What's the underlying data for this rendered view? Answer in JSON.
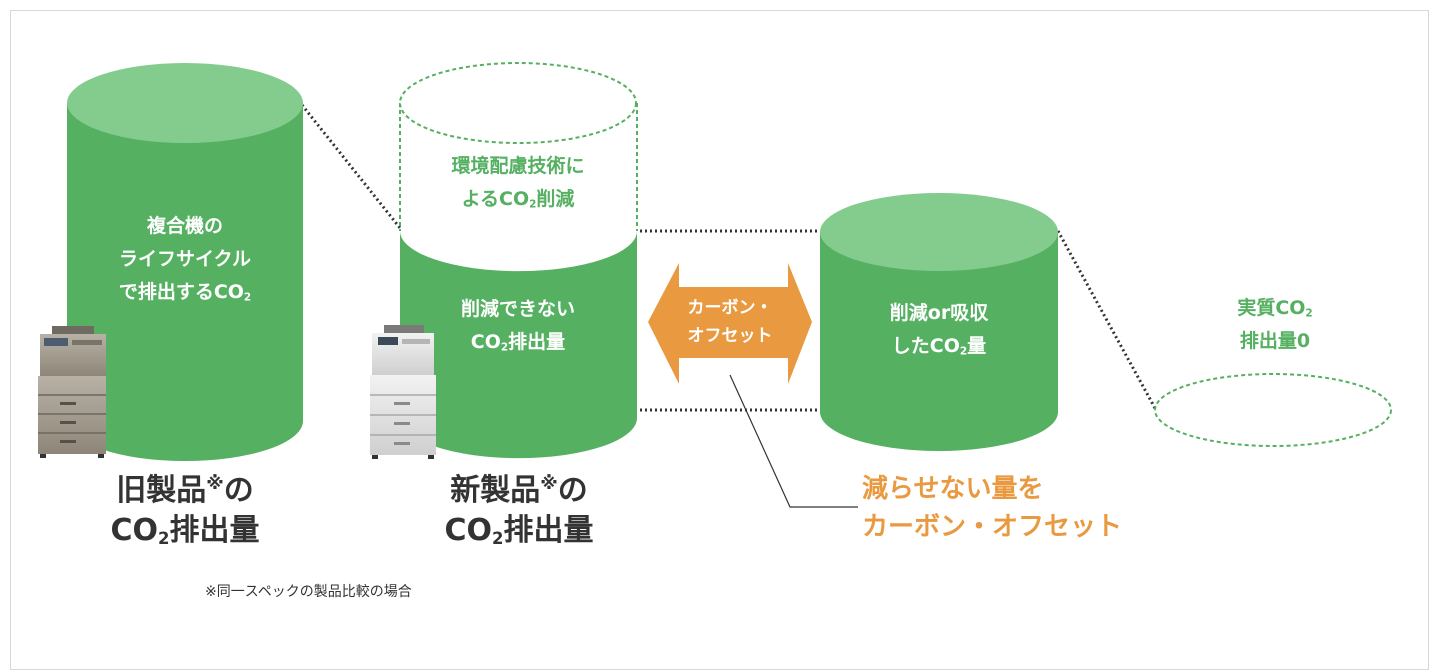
{
  "colors": {
    "cylinder_body": "#55b062",
    "cylinder_top": "#83cc8e",
    "offset_arrow": "#e9993f",
    "offset_text": "#e9993f",
    "dotted_line": "#333333",
    "dashed_outline": "#55b062",
    "caption_text": "#333333"
  },
  "old_product_cylinder": {
    "line1": "複合機の",
    "line2": "ライフサイクル",
    "line3_prefix": "で排出するCO",
    "line3_sub": "2",
    "icon": "multifunction-printer-icon"
  },
  "reduction_cap": {
    "line1": "環境配慮技術に",
    "line2_prefix": "よるCO",
    "line2_sub": "2",
    "line2_suffix": "削減"
  },
  "new_product_cylinder": {
    "line1": "削減できない",
    "line2_prefix": "CO",
    "line2_sub": "2",
    "line2_suffix": "排出量",
    "icon": "multifunction-printer-icon"
  },
  "carbon_offset_arrow": {
    "line1": "カーボン・",
    "line2": "オフセット"
  },
  "offset_cylinder": {
    "line1": "削減or吸収",
    "line2_prefix": "したCO",
    "line2_sub": "2",
    "line2_suffix": "量"
  },
  "net_zero": {
    "line1_prefix": "実質CO",
    "line1_sub": "2",
    "line2": "排出量0"
  },
  "old_caption": {
    "line1_prefix": "旧製品",
    "line1_mark": "※",
    "line1_suffix": "の",
    "line2_prefix": "CO",
    "line2_sub": "2",
    "line2_suffix": "排出量"
  },
  "new_caption": {
    "line1_prefix": "新製品",
    "line1_mark": "※",
    "line1_suffix": "の",
    "line2_prefix": "CO",
    "line2_sub": "2",
    "line2_suffix": "排出量"
  },
  "offset_callout": {
    "line1": "減らせない量を",
    "line2": "カーボン・オフセット"
  },
  "footnote": "※同一スペックの製品比較の場合"
}
